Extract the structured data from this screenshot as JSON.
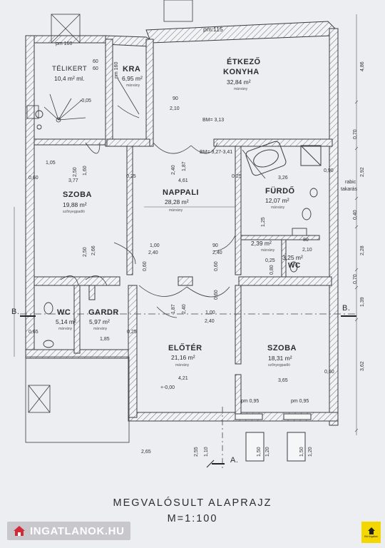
{
  "rooms": {
    "telikert": {
      "name": "TÉLIKERT",
      "area": "10,4 m² ml."
    },
    "kra": {
      "name": "KRA",
      "area": "6,95 m²",
      "material": "márvány"
    },
    "etkezo": {
      "name": "ÉTKEZŐ",
      "name2": "KONYHA",
      "area": "32,84 m²",
      "material": "márvány"
    },
    "szoba1": {
      "name": "SZOBA",
      "area": "19,88 m²",
      "material": "szőnyegpadló"
    },
    "nappali": {
      "name": "NAPPALI",
      "area": "28,28 m²",
      "material": "márvány"
    },
    "furdo": {
      "name": "FÜRDŐ",
      "area": "12,07 m²",
      "material": "márvány"
    },
    "wc1": {
      "name": "WC",
      "area": "5,14 m²",
      "material": "márvány"
    },
    "gardr": {
      "name": "GARDR",
      "area": "5,97 m²",
      "material": "márvány"
    },
    "eloter": {
      "name": "ELŐTÉR",
      "area": "21,16 m²",
      "material": "márvány"
    },
    "szoba2": {
      "name": "SZOBA",
      "area": "18,31 m²",
      "material": "szőnyegpadló"
    },
    "wc2": {
      "name": "WC",
      "area": "3,25 m²"
    },
    "small": {
      "area": "2,39 m²",
      "material": "márvány"
    }
  },
  "dims": {
    "pm160": "pm 160",
    "pm115": "pm:115",
    "pm160b": "pm 160",
    "d60a": "60",
    "d60b": "60",
    "d005": "-0,05",
    "d90a": "90",
    "d210a": "2,10",
    "bm313": "BM= 3,13",
    "bm327": "BM= 3,27-3,41",
    "d105": "1,05",
    "d250a": "2,50",
    "d160": "1,60",
    "d240a": "2,40",
    "d187a": "1,87",
    "d377": "3,77",
    "d461": "4,61",
    "d326": "3,26",
    "d060a": "0,60",
    "d025a": "0,25",
    "d025b": "0,25",
    "d090": "0,90",
    "d100a": "1,00",
    "d240b": "2,40",
    "d90b": "90",
    "d240c": "2,40",
    "d239": "2,39 m²",
    "d080": "80",
    "d210b": "2,10",
    "d250b": "2,50",
    "d266": "2,66",
    "d060b": "0,60",
    "d060c": "0,60",
    "d100b": "1,00",
    "d240d": "2,40",
    "d187b": "1,87",
    "d240e": "2,40",
    "d060d": "0,60",
    "d185": "1,85",
    "d421": "4,21",
    "d365": "3,65",
    "d000": "+-0,00",
    "pm095a": "pm 0,95",
    "pm095b": "pm 0,95",
    "d265": "2,65",
    "d110": "1,10",
    "d255": "2,55",
    "d120a": "1,20",
    "d120b": "1,20",
    "d150a": "1,50",
    "d150b": "1,50",
    "d060e": "0,60",
    "d362": "3,62",
    "d139": "1,39",
    "d070a": "0,70",
    "d228": "2,28",
    "d040": "0,40",
    "d292": "2,92",
    "d070b": "0,70",
    "d486": "4,86",
    "d080b": "0,80",
    "d125": "1,25",
    "d025c": "0,25",
    "d025d": "0,25",
    "d065": "0,65",
    "rabic1": "rabic",
    "rabic2": "takarás"
  },
  "sections": {
    "b_left": "B.",
    "b_right": "B.",
    "a": "A."
  },
  "title": {
    "line1": "MEGVALÓSULT ALAPRAJZ",
    "line2": "M=1:100"
  },
  "brand": {
    "text": "INGATLANOK.HU"
  },
  "corner": {
    "text": "Kiki Ingatlan"
  }
}
